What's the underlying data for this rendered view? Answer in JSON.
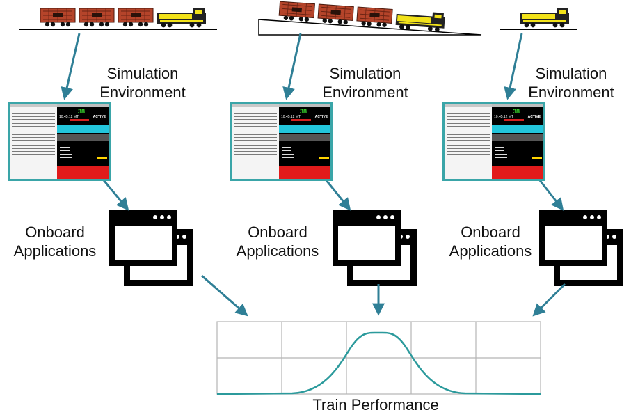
{
  "labels": {
    "simulation_line1": "Simulation",
    "simulation_line2": "Environment",
    "onboard_line1": "Onboard",
    "onboard_line2": "Applications",
    "performance": "Train Performance"
  },
  "screen": {
    "speed": "38",
    "time": "10:45:12 MT",
    "status": "ACTIVE"
  },
  "colors": {
    "accent": "#3aa5a8",
    "locomotive": "#f2e21a",
    "railcar": "#b5442a",
    "app_window": "#000000"
  },
  "icons": [
    "train-icon",
    "app-window-icon",
    "bell-curve-icon"
  ]
}
